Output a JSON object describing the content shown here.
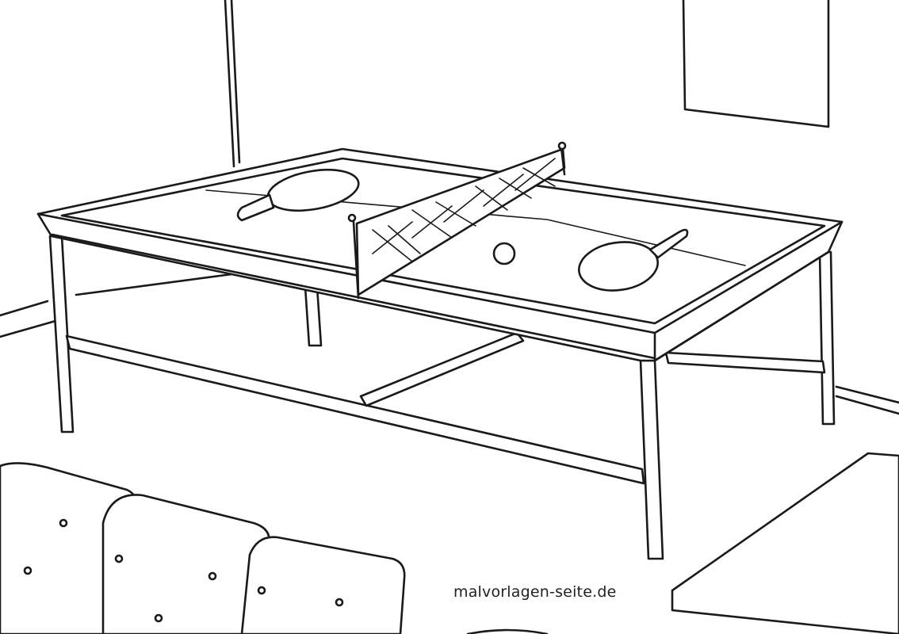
{
  "image": {
    "kind": "coloring-page",
    "subject": "table tennis table in a room",
    "description": "Line drawing of a ping-pong table with a net, two paddles and a ball, in a room with a picture frame on the wall, a rug and a tufted sofa in the foreground"
  },
  "watermark": {
    "text": "malvorlagen-seite.de"
  },
  "colors": {
    "line": "#1a1a1a",
    "background": "#ffffff"
  }
}
